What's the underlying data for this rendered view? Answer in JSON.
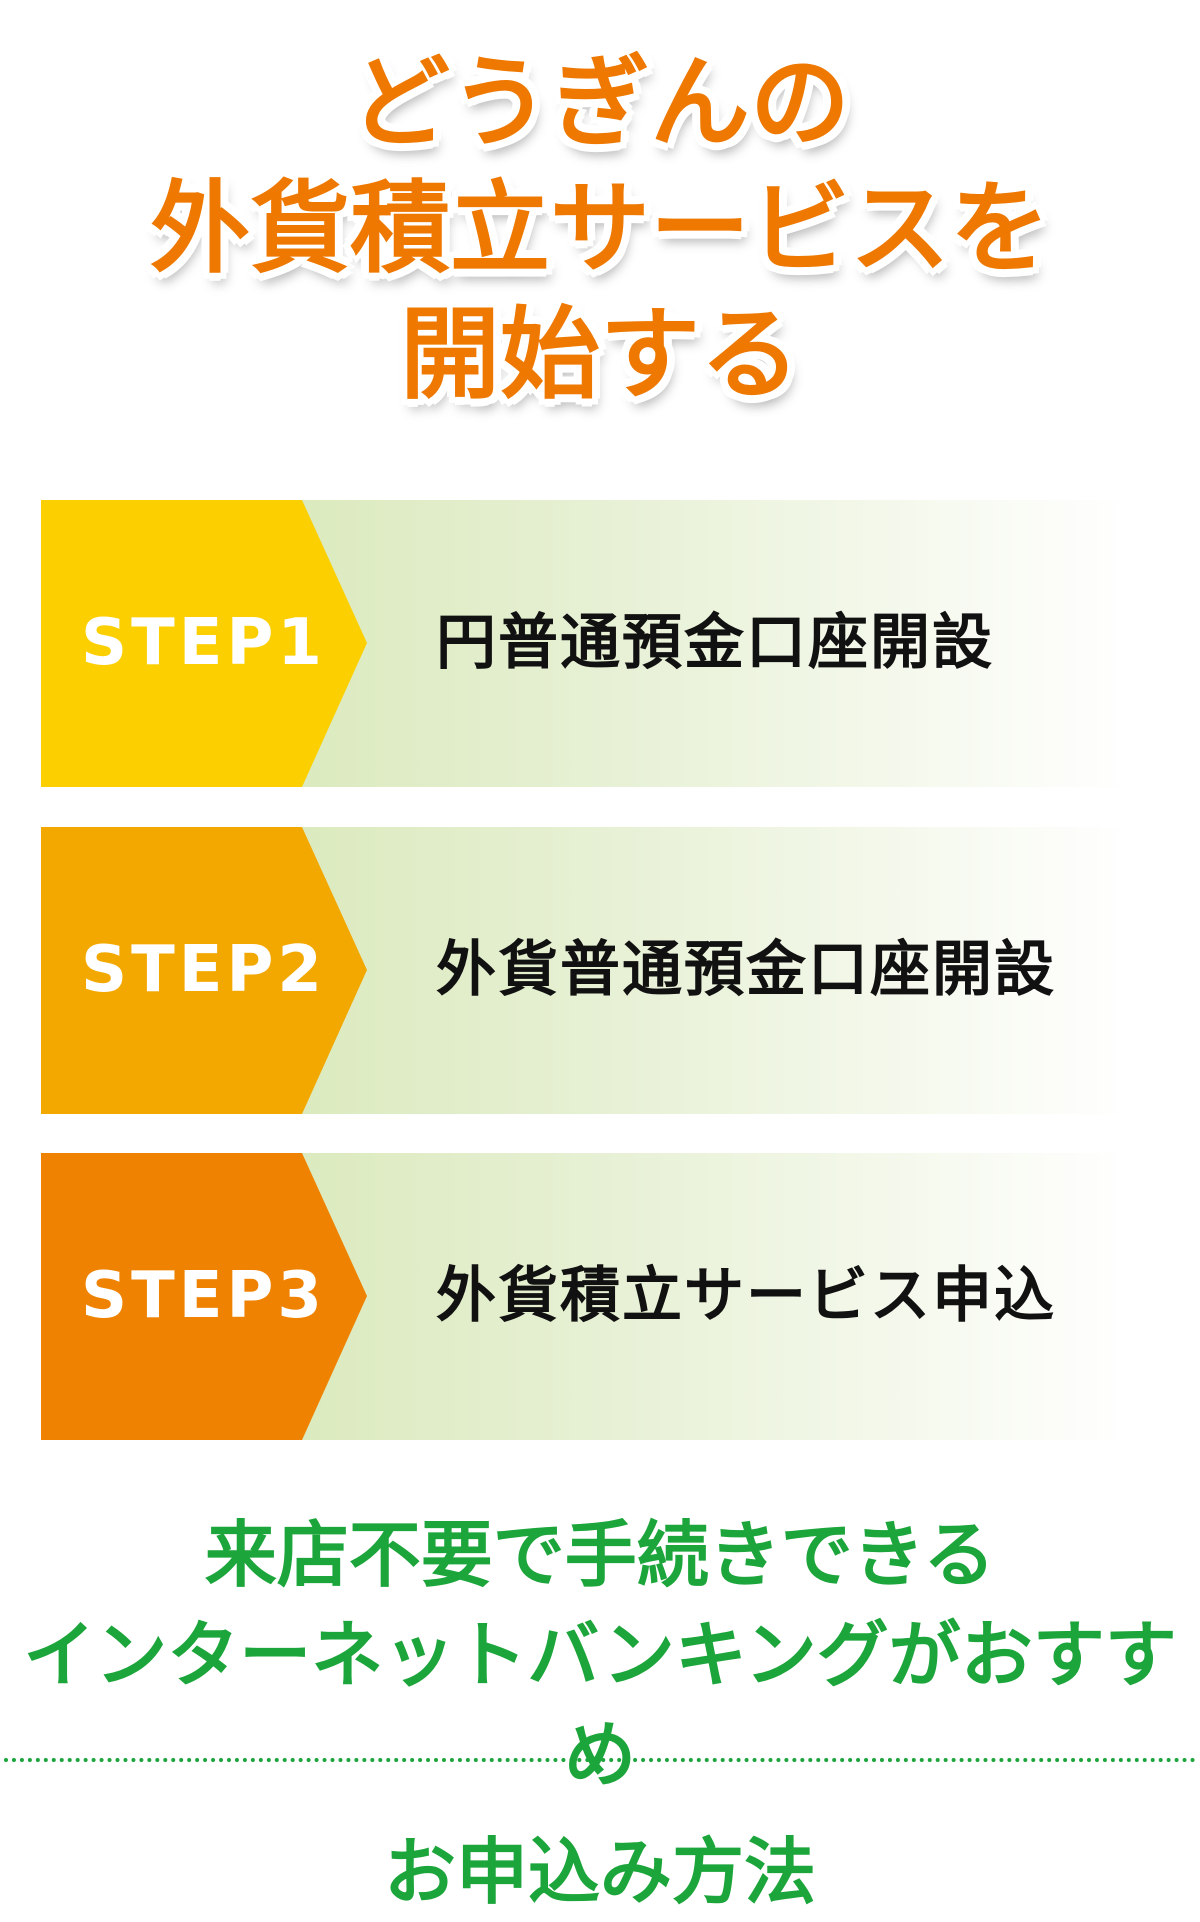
{
  "title": {
    "lines": [
      "どうぎんの",
      "外貨積立サービスを",
      "開始する"
    ],
    "color": "#ee7800"
  },
  "steps": [
    {
      "label": "STEP1",
      "text": "円普通預金口座開設",
      "color": "#fbcf00"
    },
    {
      "label": "STEP2",
      "text": "外貨普通預金口座開設",
      "color": "#f3a800"
    },
    {
      "label": "STEP3",
      "text": "外貨積立サービス申込",
      "color": "#ef8200"
    }
  ],
  "recommendation": {
    "lines": [
      "来店不要で手続きできる",
      "インターネットバンキングがおすすめ"
    ],
    "color": "#1ba53a"
  },
  "section_heading": "お申込み方法"
}
